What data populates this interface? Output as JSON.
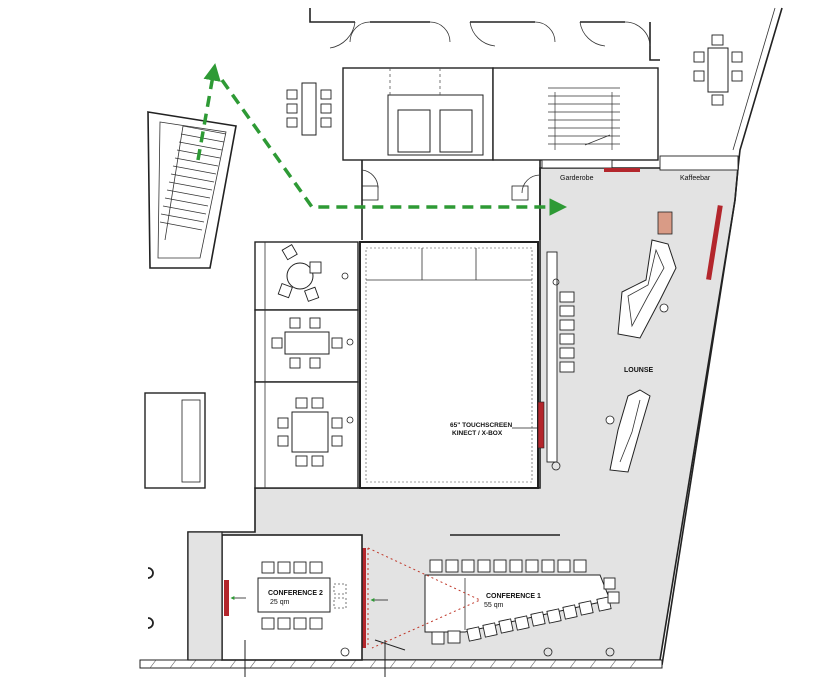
{
  "labels": {
    "garderobe": "Garderobe",
    "kaffeebar": "Kaffeebar",
    "lounge": "LOUNSE",
    "touchscreen_line1": "65\" TOUCHSCREEN",
    "touchscreen_line2": "KINECT / X-BOX",
    "conference1_name": "CONFERENCE 1",
    "conference1_area": "55 qm",
    "conference2_name": "CONFERENCE 2",
    "conference2_area": "25 qm"
  },
  "colors": {
    "floor_fill": "#e3e3e3",
    "wall": "#222222",
    "route_arrow": "#2e9a35",
    "screen_red": "#b3262c",
    "kiosk_fill": "#d99b86",
    "projection_lines": "#c0392b"
  },
  "icons": {
    "route": "dashed-route-arrow-icon",
    "door": "door-swing-icon",
    "screen": "wall-screen-icon"
  }
}
